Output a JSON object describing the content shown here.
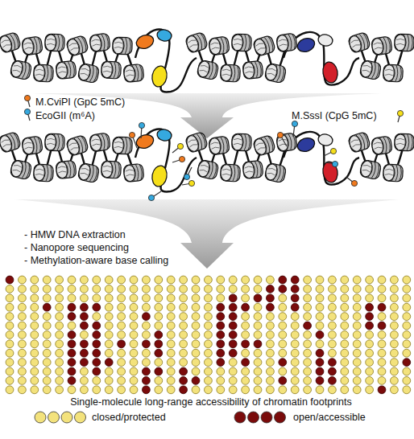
{
  "diagram": {
    "labels": [
      "M.CviPI (GpC 5mC)",
      "EcoGII (m⁶A)",
      "M.SssI (CpG 5mC)",
      "- HMW DNA extraction",
      "- Nanopore sequencing",
      "- Methylation-aware base calling",
      "Single-molecule long-range accessibility of chromatin footprints"
    ],
    "legend": [
      {
        "text": "closed/protected",
        "color": "#f3e27c"
      },
      {
        "text": "open/accessible",
        "color": "#7a0b0b"
      }
    ]
  }
}
